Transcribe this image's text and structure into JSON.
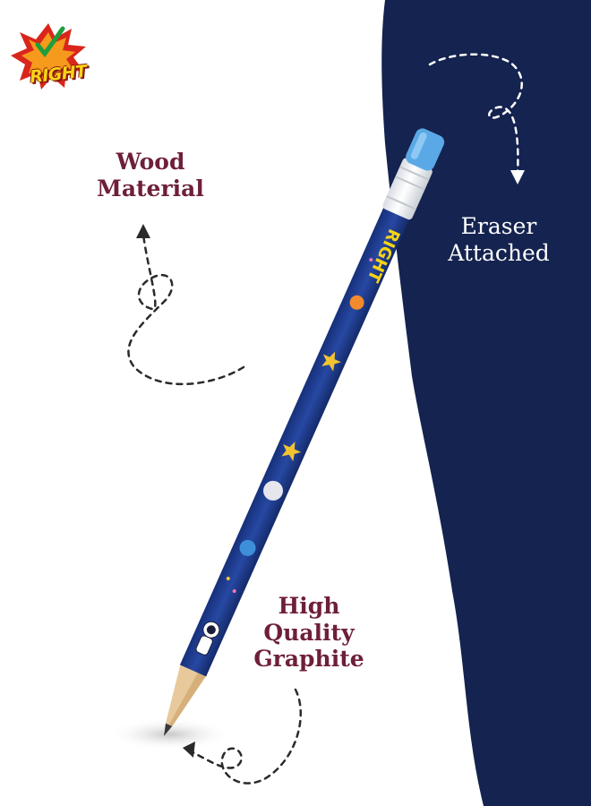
{
  "logo": {
    "text": "RIGHT"
  },
  "pencil_brand": "RIGHT",
  "labels": {
    "wood": {
      "line1": "Wood",
      "line2": "Material"
    },
    "eraser": {
      "line1": "Eraser",
      "line2": "Attached"
    },
    "graphite": {
      "line1": "High",
      "line2": "Quality",
      "line3": "Graphite"
    }
  },
  "colors": {
    "navy_panel": "#14234f",
    "pencil_body": "#1f3c8c",
    "eraser": "#5aa9e6",
    "label_text": "#6e1f3a",
    "logo_yellow": "#f7d417",
    "logo_red": "#d9261c"
  }
}
